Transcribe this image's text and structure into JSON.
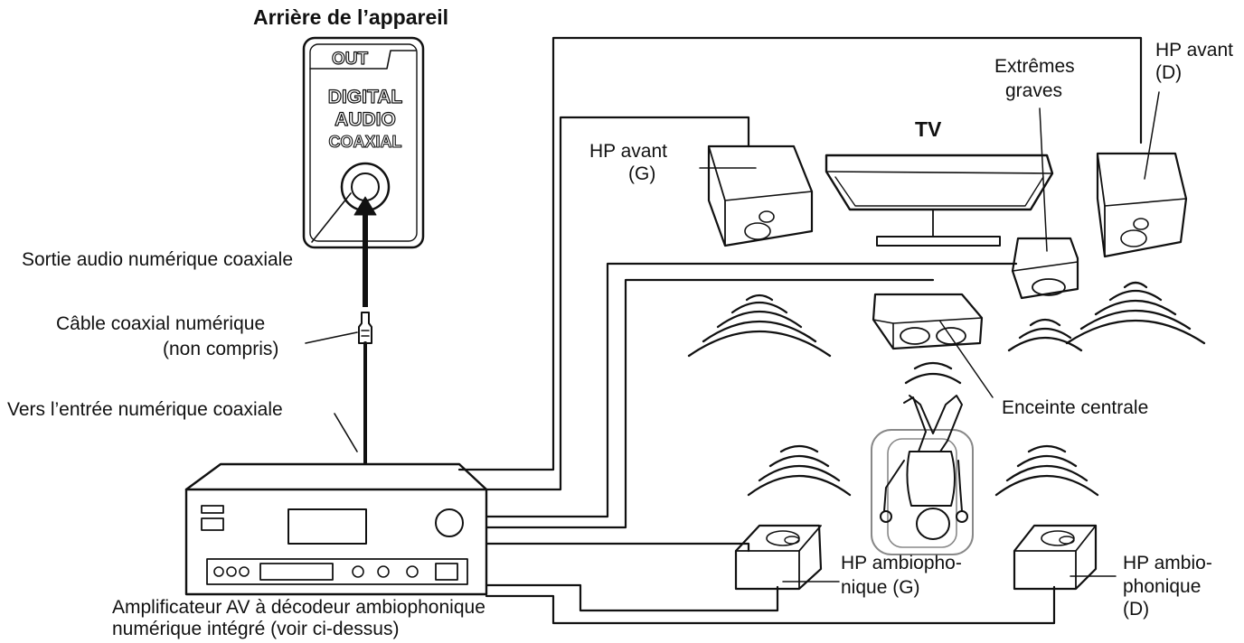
{
  "title": "Arrière de l’appareil",
  "panel": {
    "out": "OUT",
    "line1": "DIGITAL",
    "line2": "AUDIO",
    "line3": "COAXIAL"
  },
  "labels": {
    "coax_output": "Sortie audio numérique coaxiale",
    "cable_line1": "Câble coaxial numérique",
    "cable_line2": "(non compris)",
    "to_input": "Vers l’entrée numérique coaxiale",
    "amp_line1": "Amplificateur AV à décodeur ambiophonique",
    "amp_line2": "numérique intégré (voir ci-dessus)",
    "tv": "TV",
    "front_left_line1": "HP avant",
    "front_left_line2": "(G)",
    "front_right_line1": "HP avant",
    "front_right_line2": "(D)",
    "sub_line1": "Extrêmes",
    "sub_line2": "graves",
    "center": "Enceinte centrale",
    "surround_left_line1": "HP ambiopho-",
    "surround_left_line2": "nique (G)",
    "surround_right_line1": "HP ambio-",
    "surround_right_line2": "phonique",
    "surround_right_line3": "(D)"
  }
}
